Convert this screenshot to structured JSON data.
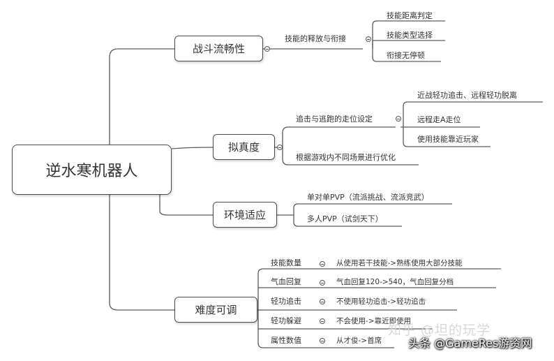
{
  "root": {
    "label": "逆水寒机器人"
  },
  "branches": [
    {
      "label": "战斗流畅性",
      "items": [
        {
          "label": "技能的释放与衔接",
          "children": [
            "技能距离判定",
            "技能类型选择",
            "衔接无停顿"
          ]
        }
      ]
    },
    {
      "label": "拟真度",
      "items": [
        {
          "label": "追击与逃跑的走位设定",
          "children": [
            "近战轻功追击、远程轻功脱离",
            "远程走A走位",
            "使用技能靠近玩家"
          ]
        },
        {
          "label": "根据游戏内不同场景进行优化",
          "children": []
        }
      ]
    },
    {
      "label": "环境适应",
      "items": [
        {
          "label": "单对单PVP（流派挑战、流派竞武）",
          "children": []
        },
        {
          "label": "多人PVP（试剑天下）",
          "children": []
        }
      ]
    },
    {
      "label": "难度可调",
      "items": [
        {
          "label": "技能数量",
          "children": [
            "从使用若干技能->熟练使用大部分技能"
          ]
        },
        {
          "label": "气血回复",
          "children": [
            "气血回复120->540，气血回复分档"
          ]
        },
        {
          "label": "轻功追击",
          "children": [
            "不使用轻功追击->轻功追击"
          ]
        },
        {
          "label": "轻功躲避",
          "children": [
            "不会使用->靠近即使用"
          ]
        },
        {
          "label": "属性数值",
          "children": [
            "从才俊->首席"
          ]
        }
      ]
    }
  ],
  "watermark": "知乎 @坦的玩学",
  "credit": "头条 @GameRes游资网"
}
